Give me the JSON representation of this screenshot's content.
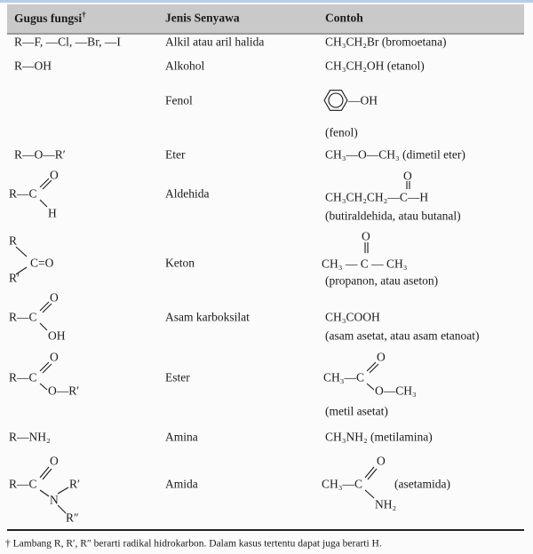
{
  "header": {
    "col1": "Gugus fungsi",
    "col1_mark": "†",
    "col2": "Jenis Senyawa",
    "col3": "Contoh"
  },
  "rows": [
    {
      "group": "R—F, —Cl, —Br, —I",
      "type": "Alkil atau aril halida",
      "example": "CH₃CH₂Br (bromoetana)"
    },
    {
      "group": "R—OH",
      "type": "Alkohol",
      "example": "CH₃CH₂OH (etanol)"
    },
    {
      "type": "Fenol",
      "example_sub": "—OH",
      "example_name": "(fenol)"
    },
    {
      "group": "R—O—R′",
      "type": "Eter",
      "example": "CH₃—O—CH₃ (dimetil eter)"
    },
    {
      "group_main": "R—C",
      "group_top": "O",
      "group_bottom": "H",
      "type": "Aldehida",
      "example_top": "O",
      "example": "CH₃CH₂CH₂—C—H",
      "example_name": "(butiraldehida, atau butanal)"
    },
    {
      "group_r1": "R",
      "group_main": "C=O",
      "group_r2": "R′",
      "type": "Keton",
      "example_top": "O",
      "example": "CH₃ — C — CH₃",
      "example_name": "(propanon, atau aseton)"
    },
    {
      "group_main": "R—C",
      "group_top": "O",
      "group_bottom": "OH",
      "type": "Asam karboksilat",
      "example": "CH₃COOH",
      "example_name": "(asam asetat, atau asam etanoat)"
    },
    {
      "group_main": "R—C",
      "group_top": "O",
      "group_bottom": "O—R′",
      "type": "Ester",
      "example_top": "O",
      "example": "CH₃—C",
      "example_bottom": "O—CH₃",
      "example_name": "(metil asetat)"
    },
    {
      "group": "R—NH₂",
      "type": "Amina",
      "example": "CH₃NH₂ (metilamina)"
    },
    {
      "group_main": "R—C",
      "group_top": "O",
      "group_n": "N",
      "group_r1": "R′",
      "group_r2": "R″",
      "type": "Amida",
      "example_top": "O",
      "example": "CH₃—C",
      "example_bottom": "NH₂",
      "example_name": "(asetamida)"
    }
  ],
  "footnote": "† Lambang R, R′, R″ berarti radikal hidrokarbon. Dalam kasus tertentu dapat juga berarti H."
}
